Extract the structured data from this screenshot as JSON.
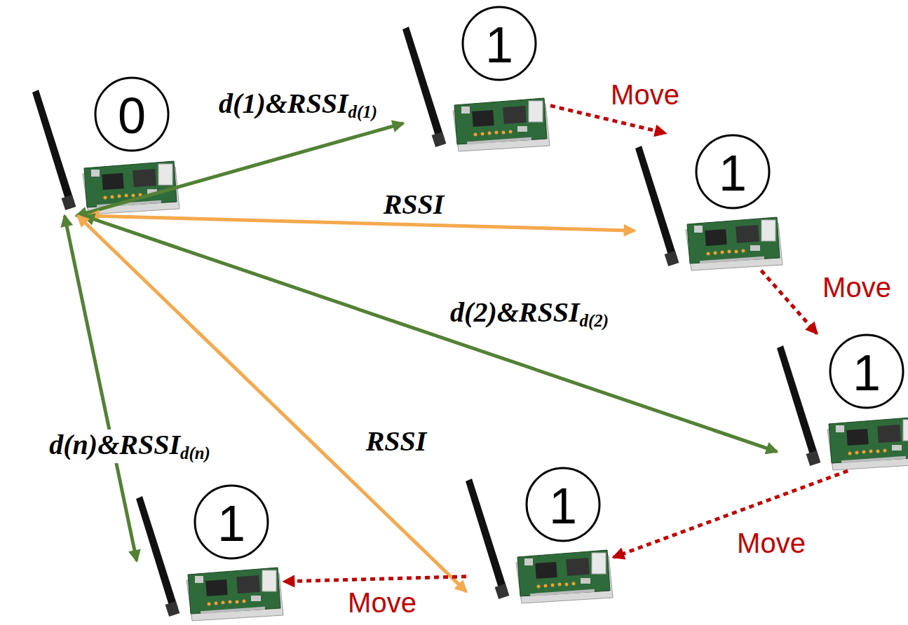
{
  "diagram": {
    "nodes": [
      {
        "text": [
          "0"
        ]
      },
      {
        "text": [
          "1"
        ]
      },
      {
        "text": [
          "1"
        ]
      },
      {
        "text": [
          "1"
        ]
      },
      {
        "text": [
          "1"
        ]
      },
      {
        "text": [
          "1"
        ]
      }
    ],
    "edges": [
      {
        "from": 0,
        "to": 1,
        "arrow": "both",
        "label": "d(1)&RSSId(1)"
      },
      {
        "from": 0,
        "to": 2,
        "arrow": "both",
        "label": "RSSI"
      },
      {
        "from": 0,
        "to": 3,
        "arrow": "both",
        "label": "d(2)&RSSId(2)"
      },
      {
        "from": 0,
        "to": 4,
        "arrow": "both",
        "label": "RSSI"
      },
      {
        "from": 0,
        "to": 5,
        "arrow": "both",
        "label": "d(n)&RSSId(n)"
      },
      {
        "from": 1,
        "to": 2,
        "arrow": "to",
        "label": "Move"
      },
      {
        "from": 2,
        "to": 3,
        "arrow": "to",
        "label": "Move"
      },
      {
        "from": 3,
        "to": 4,
        "arrow": "to",
        "label": "Move"
      },
      {
        "from": 4,
        "to": 5,
        "arrow": "to",
        "label": "Move"
      }
    ]
  }
}
